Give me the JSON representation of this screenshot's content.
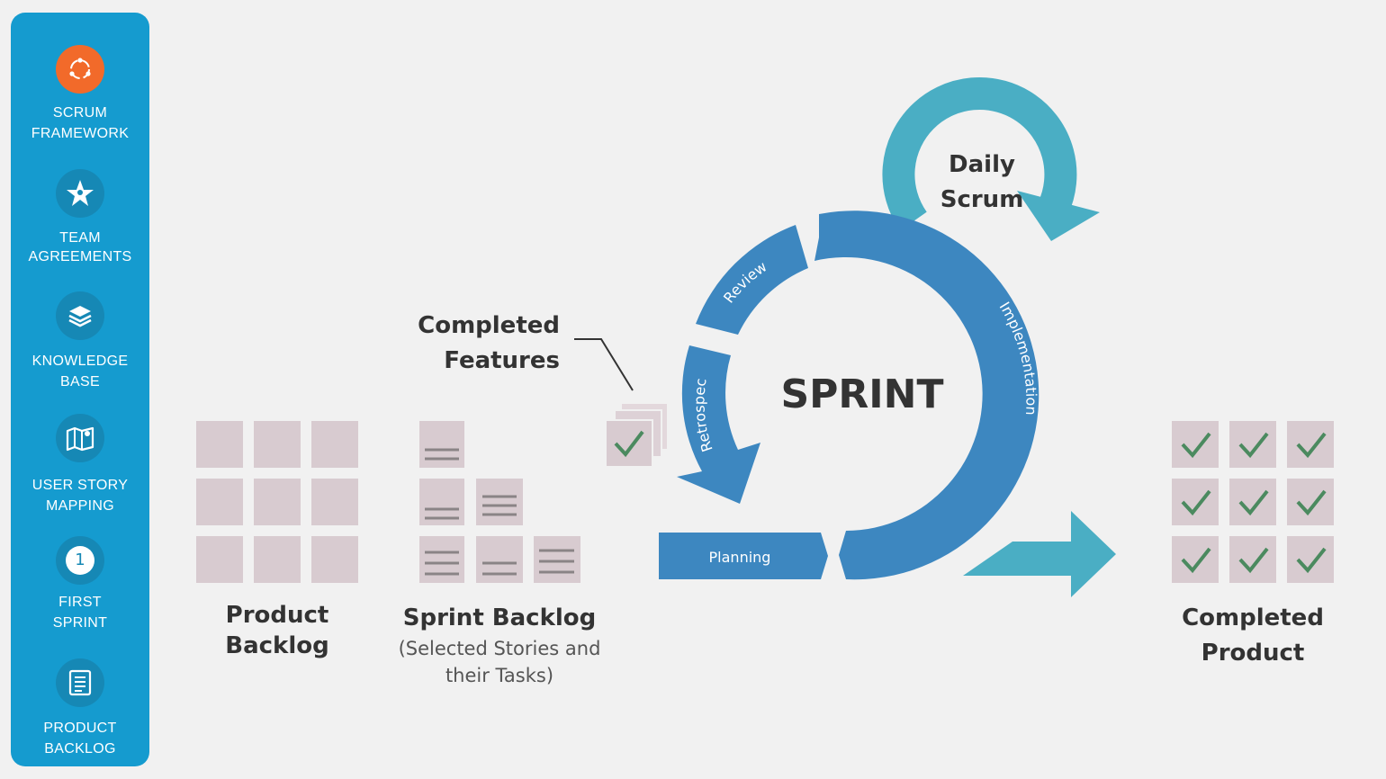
{
  "colors": {
    "sidebar_bg": "#159bcf",
    "active_icon": "#f26a2a",
    "sprint_blue": "#3d87c0",
    "daily_teal": "#4aaec4",
    "card": "#d8cbd0",
    "check": "#4b8a5f"
  },
  "sidebar": {
    "items": [
      {
        "line1": "SCRUM",
        "line2": "FRAMEWORK",
        "icon": "cycle-icon",
        "active": true
      },
      {
        "line1": "TEAM",
        "line2": "AGREEMENTS",
        "icon": "team-star-icon"
      },
      {
        "line1": "KNOWLEDGE",
        "line2": "BASE",
        "icon": "stack-icon"
      },
      {
        "line1": "USER STORY",
        "line2": "MAPPING",
        "icon": "map-pin-icon"
      },
      {
        "line1": "FIRST",
        "line2": "SPRINT",
        "icon": "number-one-icon",
        "icon_text": "1"
      },
      {
        "line1": "PRODUCT",
        "line2": "BACKLOG",
        "icon": "list-icon"
      }
    ]
  },
  "diagram": {
    "sprint_title": "SPRINT",
    "daily_scrum": {
      "line1": "Daily",
      "line2": "Scrum"
    },
    "phases": {
      "review": "Review",
      "implementation": "Implementation",
      "retrospect": "Retrospect",
      "planning": "Planning"
    },
    "completed_features": {
      "line1": "Completed",
      "line2": "Features"
    },
    "product_backlog": {
      "line1": "Product",
      "line2": "Backlog"
    },
    "sprint_backlog": {
      "title": "Sprint Backlog",
      "sub1": "(Selected Stories and",
      "sub2": "their Tasks)"
    },
    "completed_product": {
      "line1": "Completed",
      "line2": "Product"
    }
  }
}
